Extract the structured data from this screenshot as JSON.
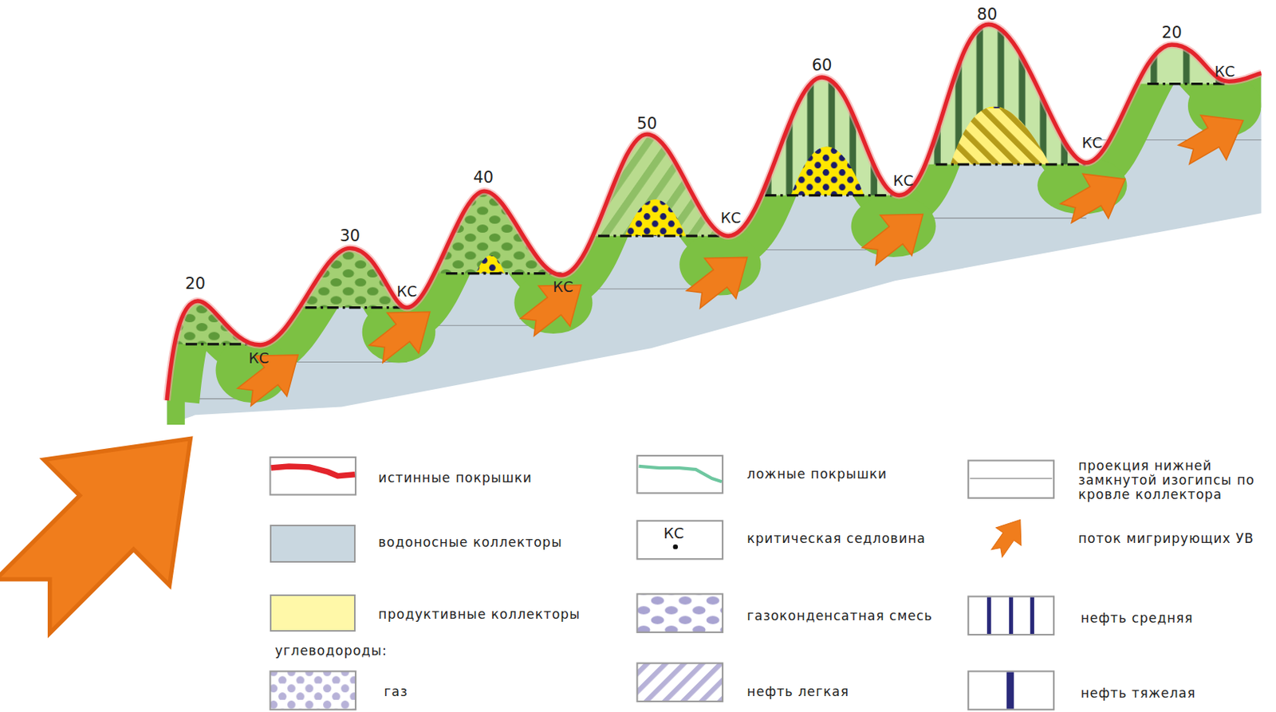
{
  "diagram": {
    "labels": [
      "20",
      "30",
      "40",
      "50",
      "60",
      "80",
      "20",
      "КС",
      "КС",
      "КС",
      "КС",
      "КС",
      "КС",
      "КС",
      "углеводороды:",
      "КС"
    ],
    "legend": [
      {
        "text": "истинные покрышки"
      },
      {
        "text": "ложные покрышки"
      },
      {
        "text": "проекция нижней замкнутой изогипсы по кровле коллектора"
      },
      {
        "text": "водоносные коллекторы",
        "color": "#c9d7e0"
      },
      {
        "text": "критическая седловина"
      },
      {
        "text": "поток мигрирующих УВ"
      },
      {
        "text": "продуктивные коллекторы",
        "color": "#fff8a8"
      },
      {
        "text": "газоконденсатная смесь"
      },
      {
        "text": "нефть средняя"
      },
      {
        "text": "газ"
      },
      {
        "text": "нефть легкая"
      },
      {
        "text": "нефть тяжелая"
      }
    ]
  }
}
